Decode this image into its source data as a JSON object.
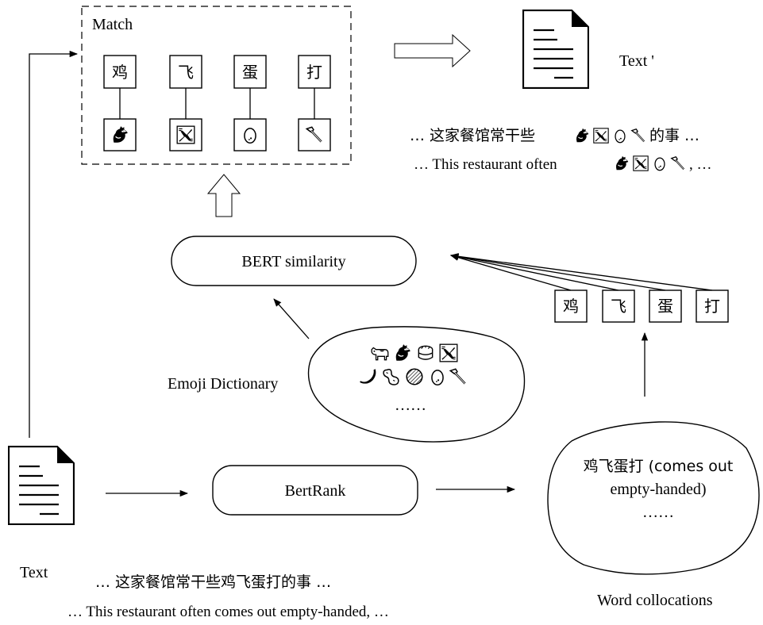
{
  "match": {
    "label": "Match",
    "chars": [
      "鸡",
      "飞",
      "蛋",
      "打"
    ],
    "emoji_icons": [
      "rooster-icon",
      "airplane-icon",
      "egg-icon",
      "hammer-icon"
    ]
  },
  "text_prime": {
    "label": "Text '",
    "sentence_zh_before": "… 这家餐馆常干些",
    "sentence_zh_after": "的事 …",
    "sentence_en_before": "… This restaurant often",
    "sentence_en_after": ", …"
  },
  "bert_similarity": {
    "label": "BERT similarity"
  },
  "word_chars": [
    "鸡",
    "飞",
    "蛋",
    "打"
  ],
  "emoji_dictionary": {
    "label": "Emoji Dictionary",
    "row1_icons": [
      "cow-icon",
      "rooster-icon",
      "cake-icon",
      "airplane-icon"
    ],
    "row2_icons": [
      "pepper-icon",
      "peanut-icon",
      "ball-icon",
      "egg-icon",
      "hammer-icon"
    ],
    "ellipsis": "……"
  },
  "bertrank": {
    "label": "BertRank"
  },
  "collocation_blob": {
    "line1": "鸡飞蛋打 (comes out",
    "line2": "empty-handed)",
    "ellipsis": "……"
  },
  "source_text": {
    "label": "Text",
    "sentence_zh": "… 这家餐馆常干些鸡飞蛋打的事 …",
    "sentence_en": "… This restaurant often comes out empty-handed, …"
  },
  "word_collocations": {
    "label": "Word collocations"
  }
}
